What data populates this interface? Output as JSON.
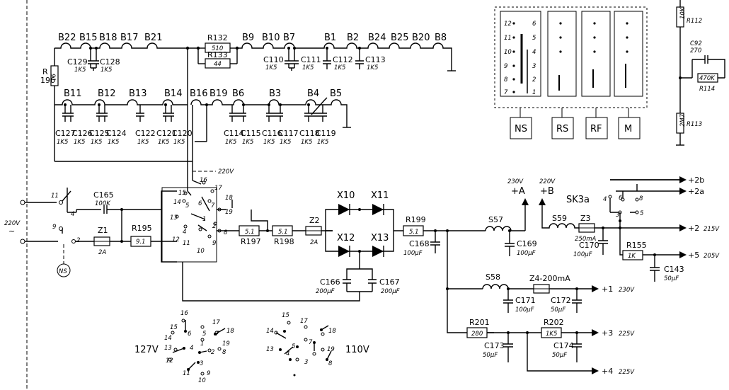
{
  "top_inductors": [
    "B22",
    "B15",
    "B18",
    "B17",
    "B21",
    "B9",
    "B10",
    "B7",
    "B1",
    "B2",
    "B24",
    "B25",
    "B20",
    "B8"
  ],
  "mid_inductors": [
    "B11",
    "B12",
    "B13",
    "B14",
    "B16",
    "B19",
    "B6",
    "B3",
    "B4",
    "B5"
  ],
  "resistors": {
    "r132": {
      "name": "R132",
      "value": "510"
    },
    "r133": {
      "name": "R133",
      "value": "44"
    },
    "r196": {
      "name": "R",
      "name2": "196",
      "value": "91"
    },
    "r195": {
      "name": "R195",
      "value": "9.1"
    },
    "r197": {
      "name": "R197",
      "value": "5.1"
    },
    "r198": {
      "name": "R198",
      "value": "5.1"
    },
    "r199": {
      "name": "R199",
      "value": "5.1"
    },
    "r201": {
      "name": "R201",
      "value": "280"
    },
    "r202": {
      "name": "R202",
      "value": "1K5"
    },
    "r155": {
      "name": "R155",
      "value": "1K"
    },
    "r112": {
      "name": "R112",
      "value": "10K"
    },
    "r114": {
      "name": "R114",
      "value": "470K"
    },
    "r113": {
      "name": "R113",
      "value": "2M7"
    }
  },
  "top_caps": [
    {
      "name": "C129",
      "value": "1K5"
    },
    {
      "name": "C128",
      "value": "1K5"
    },
    {
      "name": "C110",
      "value": "1K5"
    },
    {
      "name": "C111",
      "value": "1K5"
    },
    {
      "name": "C112",
      "value": "1K5"
    },
    {
      "name": "C113",
      "value": "1K5"
    }
  ],
  "bottom_caps": [
    {
      "name": "C127",
      "value": "1K5"
    },
    {
      "name": "C126",
      "value": "1K5"
    },
    {
      "name": "C125",
      "value": "1K5"
    },
    {
      "name": "C124",
      "value": "1K5"
    },
    {
      "name": "C122",
      "value": "1K5"
    },
    {
      "name": "C121",
      "value": "1K5"
    },
    {
      "name": "C120",
      "value": "1K5"
    },
    {
      "name": "C114",
      "value": "1K5"
    },
    {
      "name": "C115",
      "value": "1K5"
    },
    {
      "name": "C116",
      "value": "1K5"
    },
    {
      "name": "C117",
      "value": "1K5"
    },
    {
      "name": "C118",
      "value": "1K5"
    },
    {
      "name": "C119",
      "value": "1K5"
    }
  ],
  "caps": {
    "c165": {
      "name": "C165",
      "value": "100K"
    },
    "c168": {
      "name": "C168",
      "value": "100μF"
    },
    "c169": {
      "name": "C169",
      "value": "100μF"
    },
    "c170": {
      "name": "C170",
      "value": "100μF"
    },
    "c171": {
      "name": "C171",
      "value": "100μF"
    },
    "c172": {
      "name": "C172",
      "value": "50μF"
    },
    "c173": {
      "name": "C173",
      "value": "50μF"
    },
    "c174": {
      "name": "C174",
      "value": "50μF"
    },
    "c143": {
      "name": "C143",
      "value": "50μF"
    },
    "c166": {
      "name": "C166",
      "value": "200μF"
    },
    "c167": {
      "name": "C167",
      "value": "200μF"
    },
    "c92": {
      "name": "C92",
      "value": "270"
    }
  },
  "fuses": {
    "z1": {
      "name": "Z1",
      "value": "2A"
    },
    "z2": {
      "name": "Z2",
      "value": "2A"
    },
    "z3": {
      "name": "Z3",
      "value": "250mA"
    },
    "z4": {
      "name": "Z4-200mA"
    }
  },
  "diodes": [
    "X10",
    "X11",
    "X12",
    "X13"
  ],
  "chokes": [
    "S57",
    "S58",
    "S59"
  ],
  "voltage_labels": {
    "v220_mid": "220V",
    "v220_in": "220V",
    "ac": "~",
    "a_volt": "230V",
    "a_tag": "+A",
    "b_volt": "220V",
    "b_tag": "+B"
  },
  "switch_sk3a": "SK3a",
  "outputs": [
    {
      "tag": "+2b",
      "volt": ""
    },
    {
      "tag": "+2a",
      "volt": ""
    },
    {
      "tag": "+2",
      "volt": "215V"
    },
    {
      "tag": "+5",
      "volt": "205V"
    },
    {
      "tag": "+1",
      "volt": "230V"
    },
    {
      "tag": "+3",
      "volt": "225V"
    },
    {
      "tag": "+4",
      "volt": "225V"
    }
  ],
  "ns_badge": "NS",
  "selector_labels": {
    "s127": "127V",
    "s110": "110V"
  },
  "selector_pins": [
    "1",
    "2",
    "3",
    "4",
    "5",
    "6",
    "7",
    "8",
    "9",
    "10",
    "11",
    "12",
    "13",
    "14",
    "15",
    "16",
    "17",
    "18",
    "19"
  ],
  "switch_panel": {
    "buttons": [
      "NS",
      "RS",
      "RF",
      "M"
    ],
    "pin_numbers": [
      "1",
      "2",
      "3",
      "4",
      "5",
      "6",
      "7",
      "8",
      "9",
      "10",
      "11",
      "12"
    ]
  }
}
